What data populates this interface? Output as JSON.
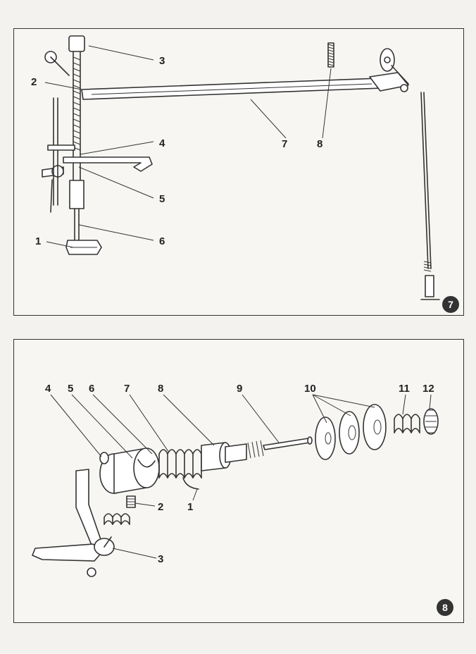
{
  "figures": [
    {
      "number": "7",
      "labels": [
        "1",
        "2",
        "3",
        "4",
        "5",
        "6",
        "7",
        "8"
      ]
    },
    {
      "number": "8",
      "labels": [
        "1",
        "2",
        "3",
        "4",
        "5",
        "6",
        "7",
        "8",
        "9",
        "10",
        "11",
        "12"
      ]
    }
  ]
}
